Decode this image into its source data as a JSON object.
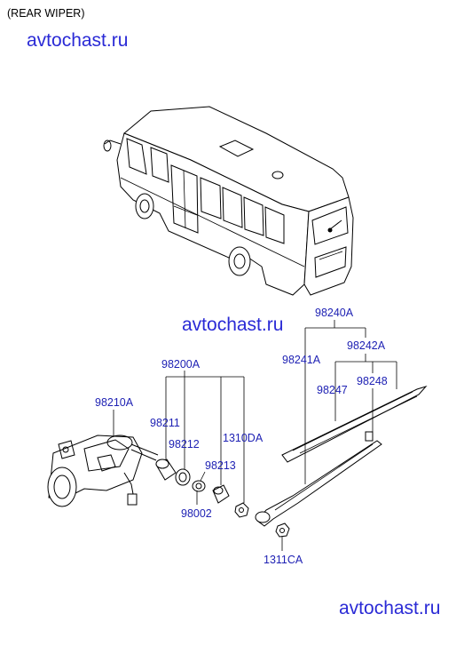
{
  "title": "(REAR WIPER)",
  "watermark": "avtochast.ru",
  "parts": {
    "p98200A": "98200A",
    "p98210A": "98210A",
    "p98211": "98211",
    "p98212": "98212",
    "p98213": "98213",
    "p98002": "98002",
    "p1310DA": "1310DA",
    "p98240A": "98240A",
    "p98241A": "98241A",
    "p98242A": "98242A",
    "p98247": "98247",
    "p98248": "98248",
    "p1311CA": "1311CA"
  }
}
